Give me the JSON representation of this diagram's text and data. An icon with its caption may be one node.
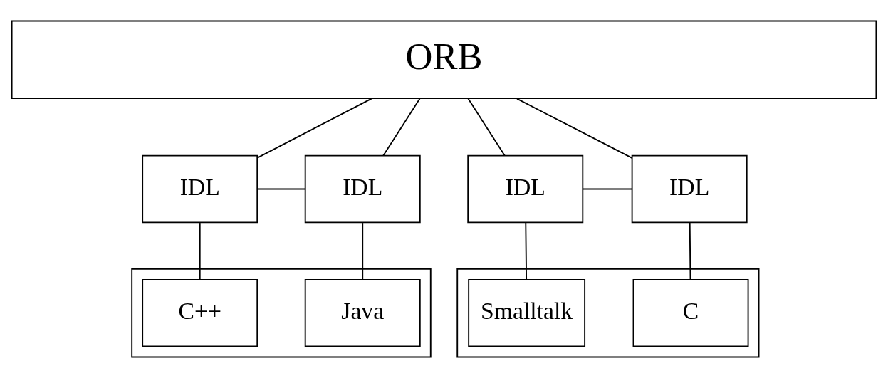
{
  "diagram": {
    "nodes": [
      {
        "text": [
          "ORB"
        ]
      },
      {
        "text": [],
        "shape": "box"
      },
      {
        "text": [
          "IDL"
        ]
      },
      {
        "text": [
          "IDL"
        ]
      },
      {
        "text": [
          "C++"
        ],
        "in": 1
      },
      {
        "text": [
          "Java"
        ],
        "in": 1
      },
      {
        "text": [],
        "shape": "box"
      },
      {
        "text": [
          "IDL"
        ]
      },
      {
        "text": [
          "IDL"
        ]
      },
      {
        "text": [
          "Smalltalk"
        ],
        "in": 6
      },
      {
        "text": [
          "C"
        ],
        "in": 6
      }
    ],
    "edges": [
      {
        "from": 0,
        "to": 2,
        "arrow": "none"
      },
      {
        "from": 0,
        "to": 3,
        "arrow": "none"
      },
      {
        "from": 0,
        "to": 7,
        "arrow": "none"
      },
      {
        "from": 0,
        "to": 8,
        "arrow": "none"
      },
      {
        "from": 2,
        "to": 3,
        "arrow": "none"
      },
      {
        "from": 7,
        "to": 8,
        "arrow": "none"
      },
      {
        "from": 2,
        "to": 4,
        "arrow": "none"
      },
      {
        "from": 3,
        "to": 5,
        "arrow": "none"
      },
      {
        "from": 7,
        "to": 9,
        "arrow": "none"
      },
      {
        "from": 8,
        "to": 10,
        "arrow": "none"
      }
    ]
  }
}
